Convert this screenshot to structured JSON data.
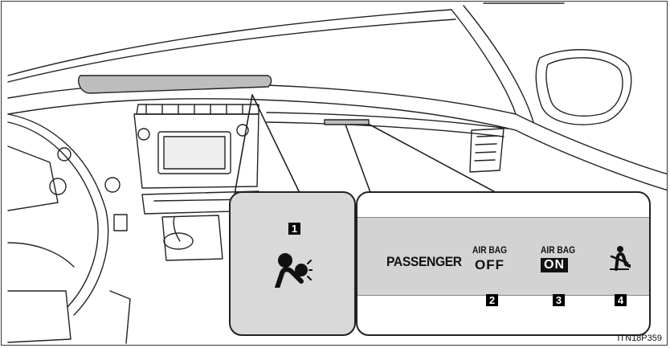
{
  "callout_left": {
    "number": "1",
    "icon": "airbag-occupant-icon"
  },
  "indicator_panel": {
    "passenger_label": "PASSENGER",
    "airbag_off": {
      "top": "AIR BAG",
      "state": "OFF",
      "number": "2"
    },
    "airbag_on": {
      "top": "AIR BAG",
      "state": "ON",
      "number": "3"
    },
    "seatbelt": {
      "icon": "seatbelt-reminder-icon",
      "number": "4"
    }
  },
  "figure_code": "ITN18P359"
}
